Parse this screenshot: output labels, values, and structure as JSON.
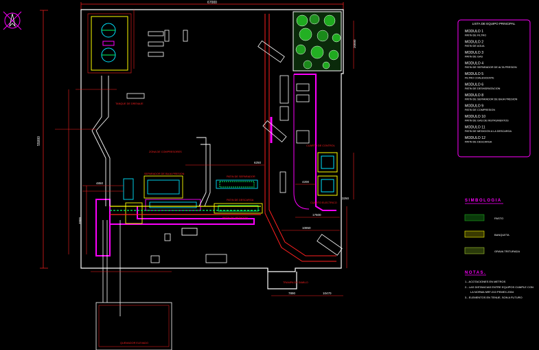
{
  "colors": {
    "background": "#000000",
    "wall": "#ffffff",
    "dimension": "#ff2020",
    "magenta": "#ff00ff",
    "yellow": "#ffff00",
    "green": "#1faa1f",
    "cyan": "#00e5ff",
    "label": "#ffffff"
  },
  "drawing": {
    "top_dimension": "67000",
    "left_dimension": "55000",
    "right_dimension": "20000",
    "area_label": "ZONA DE COMPRESORES",
    "labels": {
      "separator_low": "SEPARADOR DE BAJA PRESION",
      "separator_high": "PATIN DE SEPARADOR",
      "discharge": "PATIN DE DESCARGA",
      "measurement": "PATIN DE MEDICION",
      "emergency": "TANQUE DE DRENAJE",
      "burner": "QUEMADOR ELEVADO",
      "gate": "TRAMPA DE DIABLO",
      "electrical": "CUARTO ELECTRICO",
      "control": "CUARTO DE CONTROL"
    },
    "dims": [
      "4850",
      "4200",
      "3250",
      "17500",
      "10850",
      "7890",
      "10470",
      "6250",
      "3900"
    ]
  },
  "legend": {
    "title": "LISTA DE EQUIPO PRINCIPAL",
    "items": [
      {
        "module": "MODULO 1",
        "desc": "PATIN DE FILTRO"
      },
      {
        "module": "MODULO 2",
        "desc": "PATIN DE AGUA"
      },
      {
        "module": "MODULO 3",
        "desc": "PATIN DE GAS"
      },
      {
        "module": "MODULO 4",
        "desc": "PATIN DE SEPARADOR DE ALTA PRESION"
      },
      {
        "module": "MODULO 5",
        "desc": "FILTRO COALESCENTE"
      },
      {
        "module": "MODULO 6",
        "desc": "PATIN DE DESHIDRATACION"
      },
      {
        "module": "MODULO 8",
        "desc": "PATIN DE SEPARADOR DE BAJA PRESION"
      },
      {
        "module": "MODULO 9",
        "desc": "PATIN DE COMPRESION"
      },
      {
        "module": "MODULO 10",
        "desc": "PATIN DE GAS DE INSTRUMENTOS"
      },
      {
        "module": "MODULO 11",
        "desc": "PATIN DE MEDICION A LA DESCARGA"
      },
      {
        "module": "MODULO 12",
        "desc": "PATIN DE DESCARGA"
      }
    ]
  },
  "simbologia": {
    "title": "SIMBOLOGIA",
    "items": [
      "PASTO",
      "BANQUETA",
      "GRAVA TRITURADA"
    ]
  },
  "notas": {
    "title": "NOTAS.",
    "items": [
      "1.- ACOTACIONES EN METROS",
      "2.- LAS DISTANCIAS ENTRE EQUIPOS CUMPLE CON",
      "LA NORMA NRF-010 PEMEX-2004",
      "3.- ELEMENTOS EN TENUE, SON A FUTURO"
    ]
  }
}
